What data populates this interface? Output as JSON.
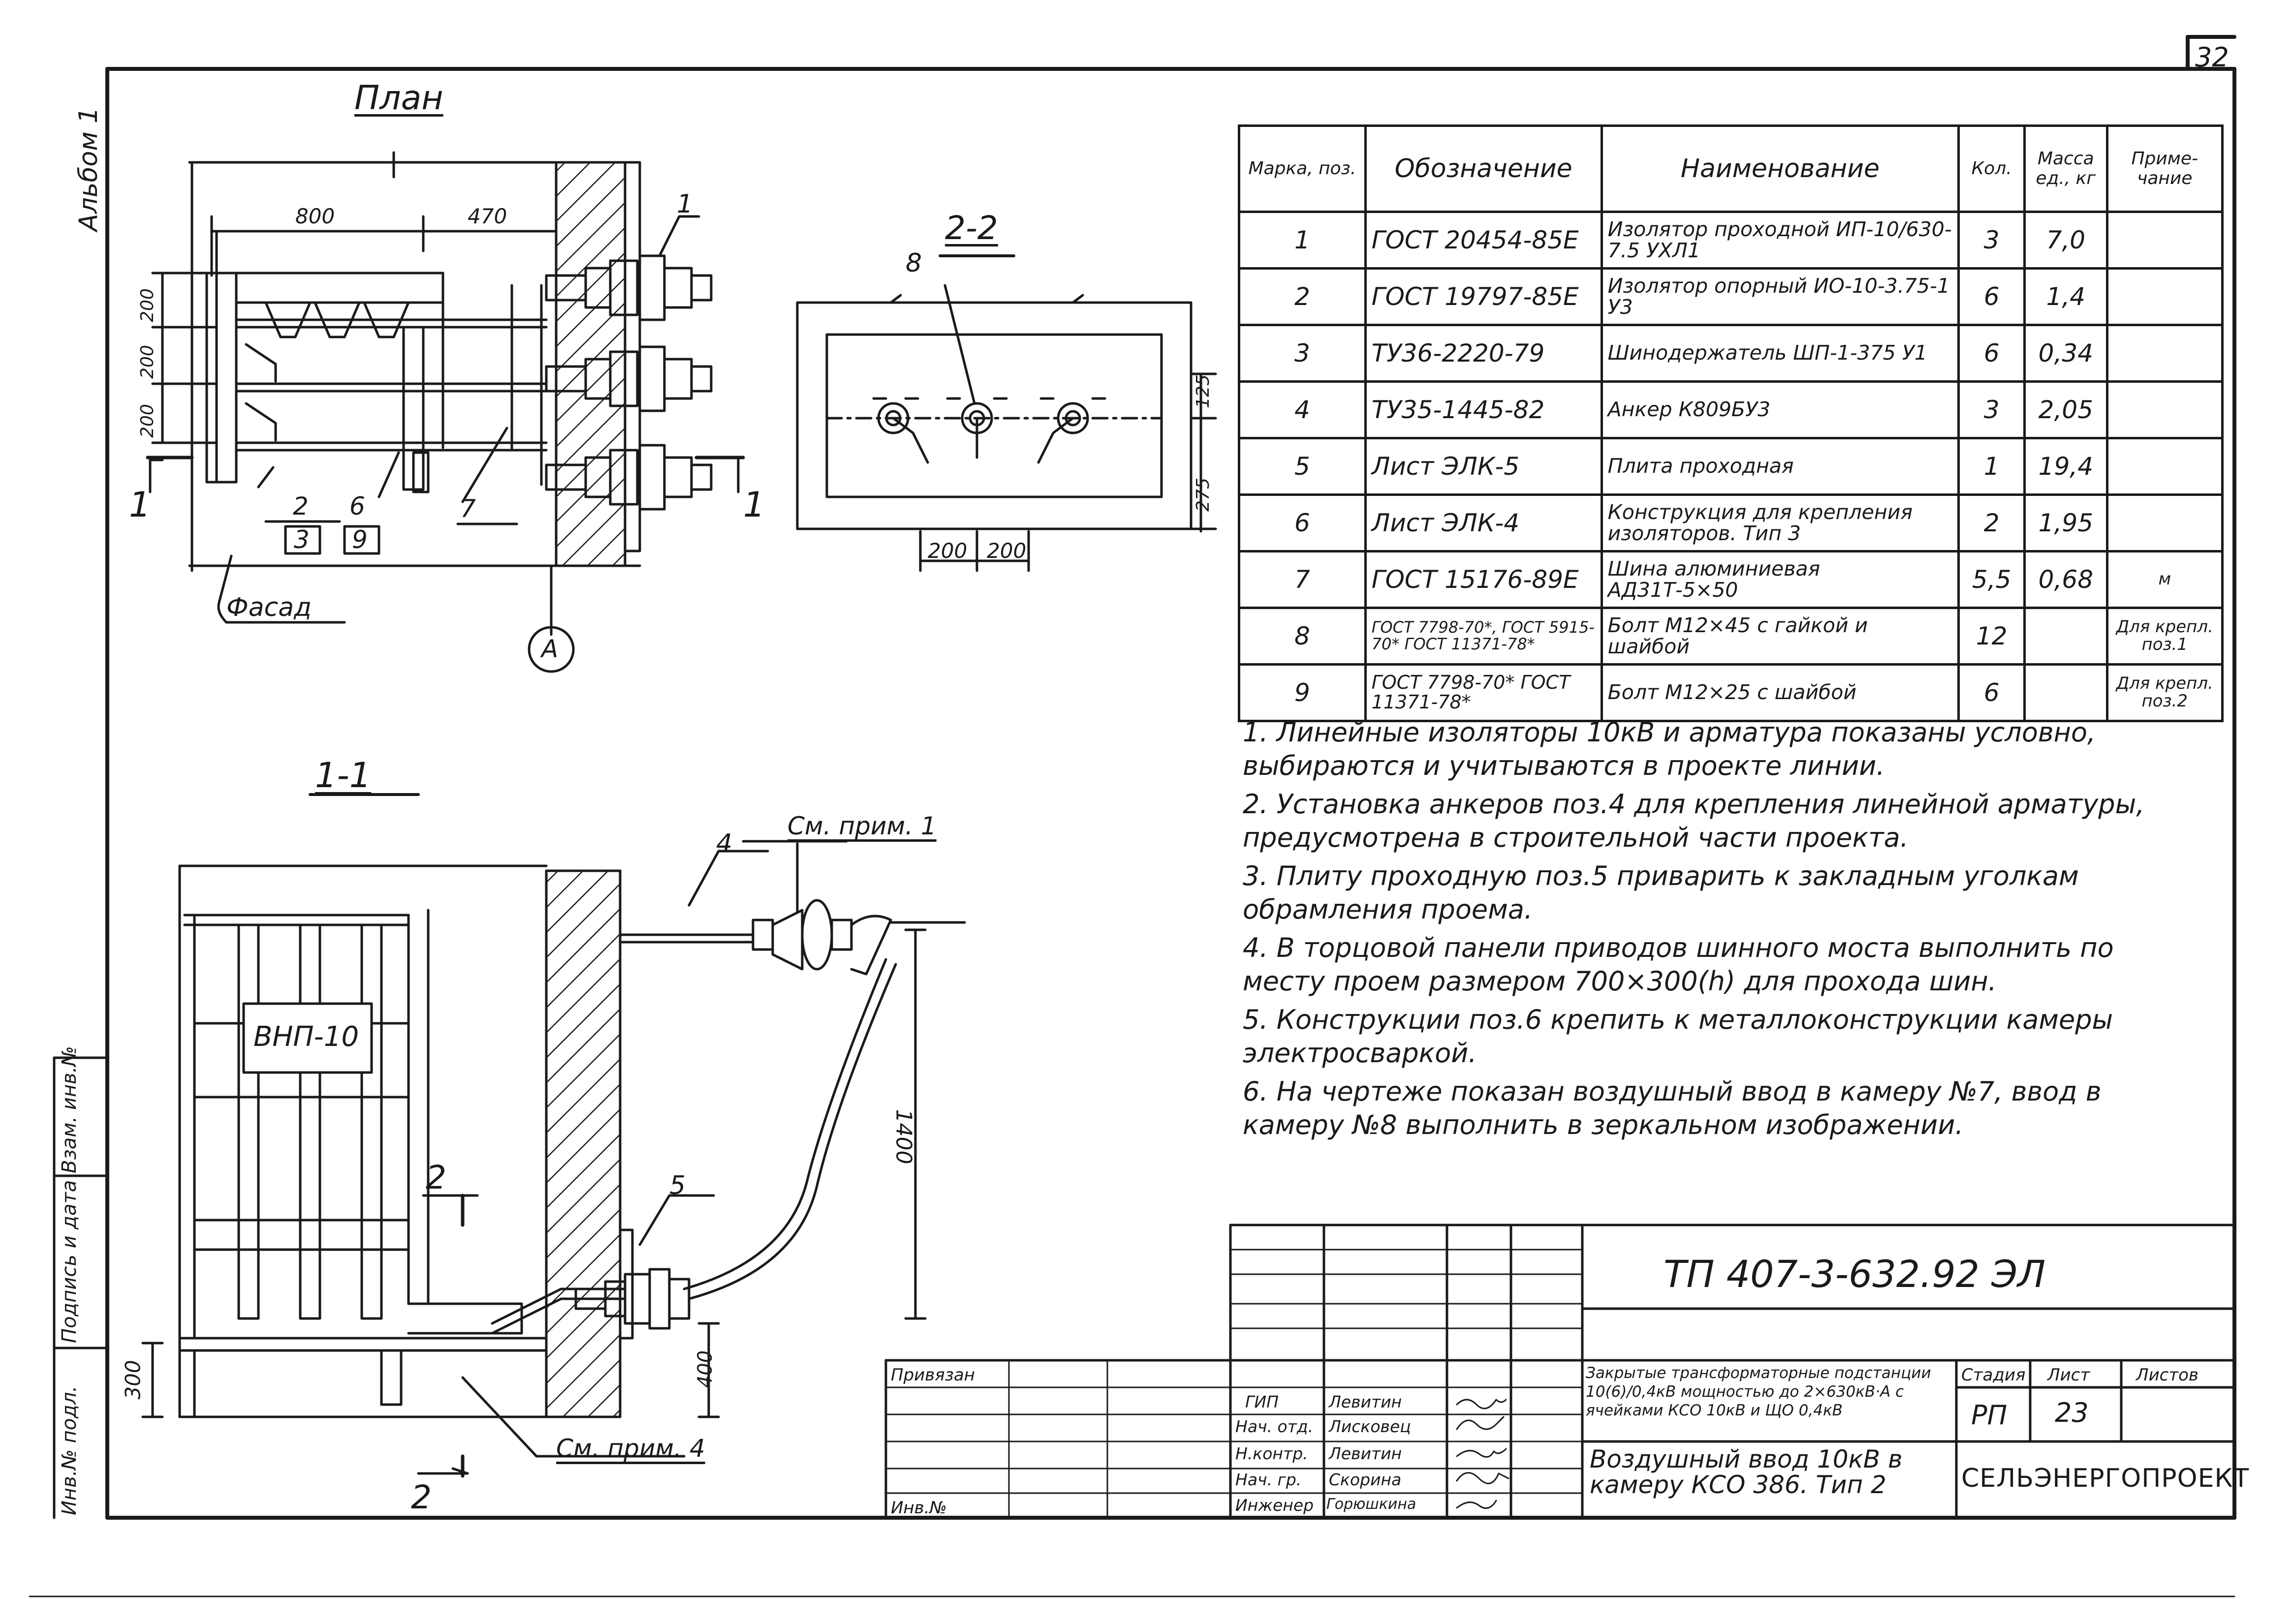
{
  "page_number": "32",
  "album_label": "Альбом 1",
  "views": {
    "plan": {
      "title": "План",
      "dim_800": "800",
      "dim_470": "470",
      "dim_200a": "200",
      "dim_200b": "200",
      "dim_200c": "200",
      "pos_labels": [
        "1",
        "2",
        "6",
        "3",
        "9",
        "7"
      ],
      "section_mark": "1",
      "facade_label": "Фасад",
      "axis_label": "A"
    },
    "section_2_2": {
      "title": "2-2",
      "pos_label": "8",
      "dim_125": "125",
      "dim_275": "275",
      "dim_200a": "200",
      "dim_200b": "200"
    },
    "section_1_1": {
      "title": "1-1",
      "note_ref_1": "См. прим. 1",
      "note_ref_4": "См. прим. 4",
      "pos_4": "4",
      "pos_5": "5",
      "device_label": "ВНП-10",
      "dim_1400": "1400",
      "dim_400": "400",
      "dim_300": "300",
      "section_mark": "2"
    }
  },
  "spec_table": {
    "headers": [
      "Марка, поз.",
      "Обозначение",
      "Наименование",
      "Кол.",
      "Масса ед., кг",
      "Приме- чание"
    ],
    "rows": [
      {
        "pos": "1",
        "doc": "ГОСТ 20454-85Е",
        "name": "Изолятор проходной ИП-10/630-7.5 УХЛ1",
        "qty": "3",
        "mass": "7,0",
        "note": ""
      },
      {
        "pos": "2",
        "doc": "ГОСТ 19797-85Е",
        "name": "Изолятор опорный ИО-10-3.75-1 У3",
        "qty": "6",
        "mass": "1,4",
        "note": ""
      },
      {
        "pos": "3",
        "doc": "ТУ36-2220-79",
        "name": "Шинодержатель ШП-1-375 У1",
        "qty": "6",
        "mass": "0,34",
        "note": ""
      },
      {
        "pos": "4",
        "doc": "ТУ35-1445-82",
        "name": "Анкер К809БУ3",
        "qty": "3",
        "mass": "2,05",
        "note": ""
      },
      {
        "pos": "5",
        "doc": "Лист ЭЛК-5",
        "name": "Плита проходная",
        "qty": "1",
        "mass": "19,4",
        "note": ""
      },
      {
        "pos": "6",
        "doc": "Лист ЭЛК-4",
        "name": "Конструкция для крепления изоляторов. Тип 3",
        "qty": "2",
        "mass": "1,95",
        "note": ""
      },
      {
        "pos": "7",
        "doc": "ГОСТ 15176-89Е",
        "name": "Шина алюминиевая АД31Т-5×50",
        "qty": "5,5",
        "mass": "0,68",
        "note": "м"
      },
      {
        "pos": "8",
        "doc": "ГОСТ 7798-70*, ГОСТ 5915-70* ГОСТ 11371-78*",
        "name": "Болт М12×45 с гайкой и шайбой",
        "qty": "12",
        "mass": "",
        "note": "Для крепл. поз.1"
      },
      {
        "pos": "9",
        "doc": "ГОСТ 7798-70* ГОСТ 11371-78*",
        "name": "Болт М12×25 с шайбой",
        "qty": "6",
        "mass": "",
        "note": "Для крепл. поз.2"
      }
    ]
  },
  "notes": [
    "1. Линейные изоляторы 10кВ и арматура показаны условно, выбираются и учитываются в проекте линии.",
    "2. Установка анкеров поз.4 для крепления линейной арматуры, предусмотрена в строительной части проекта.",
    "3. Плиту проходную поз.5 приварить к закладным уголкам обрамления проема.",
    "4. В торцовой панели приводов шинного моста выполнить по месту проем размером 700×300(h) для прохода шин.",
    "5. Конструкции поз.6 крепить к металлоконструкции камеры электросваркой.",
    "6. На чертеже показан воздушный ввод в камеру №7, ввод в камеру №8 выполнить в зеркальном изображении."
  ],
  "left_strip": {
    "inv_no_orig": "Инв.№ подл.",
    "sign_date": "Подпись и дата",
    "replace_inv": "Взам. инв.№"
  },
  "title_block": {
    "doc_code": "ТП 407-3-632.92 ЭЛ",
    "privyazan": "Привязан",
    "inv_no": "Инв.№",
    "roles": [
      "ГИП",
      "Нач. отд.",
      "Н.контр.",
      "Нач. гр.",
      "Инженер"
    ],
    "names": [
      "Левитин",
      "Лисковец",
      "Левитин",
      "Скорина",
      "Горюшкина"
    ],
    "project_title": "Закрытые трансформаторные подстанции 10(6)/0,4кВ мощностью до 2×630кВ·А с ячейками КСО 10кВ и ЩО 0,4кВ",
    "sheet_title": "Воздушный ввод 10кВ в камеру КСО 386. Тип 2",
    "stage_label": "Стадия",
    "sheet_label": "Лист",
    "sheets_label": "Листов",
    "stage": "РП",
    "sheet": "23",
    "sheets": "",
    "organization": "СЕЛЬЭНЕРГОПРОЕКТ"
  }
}
